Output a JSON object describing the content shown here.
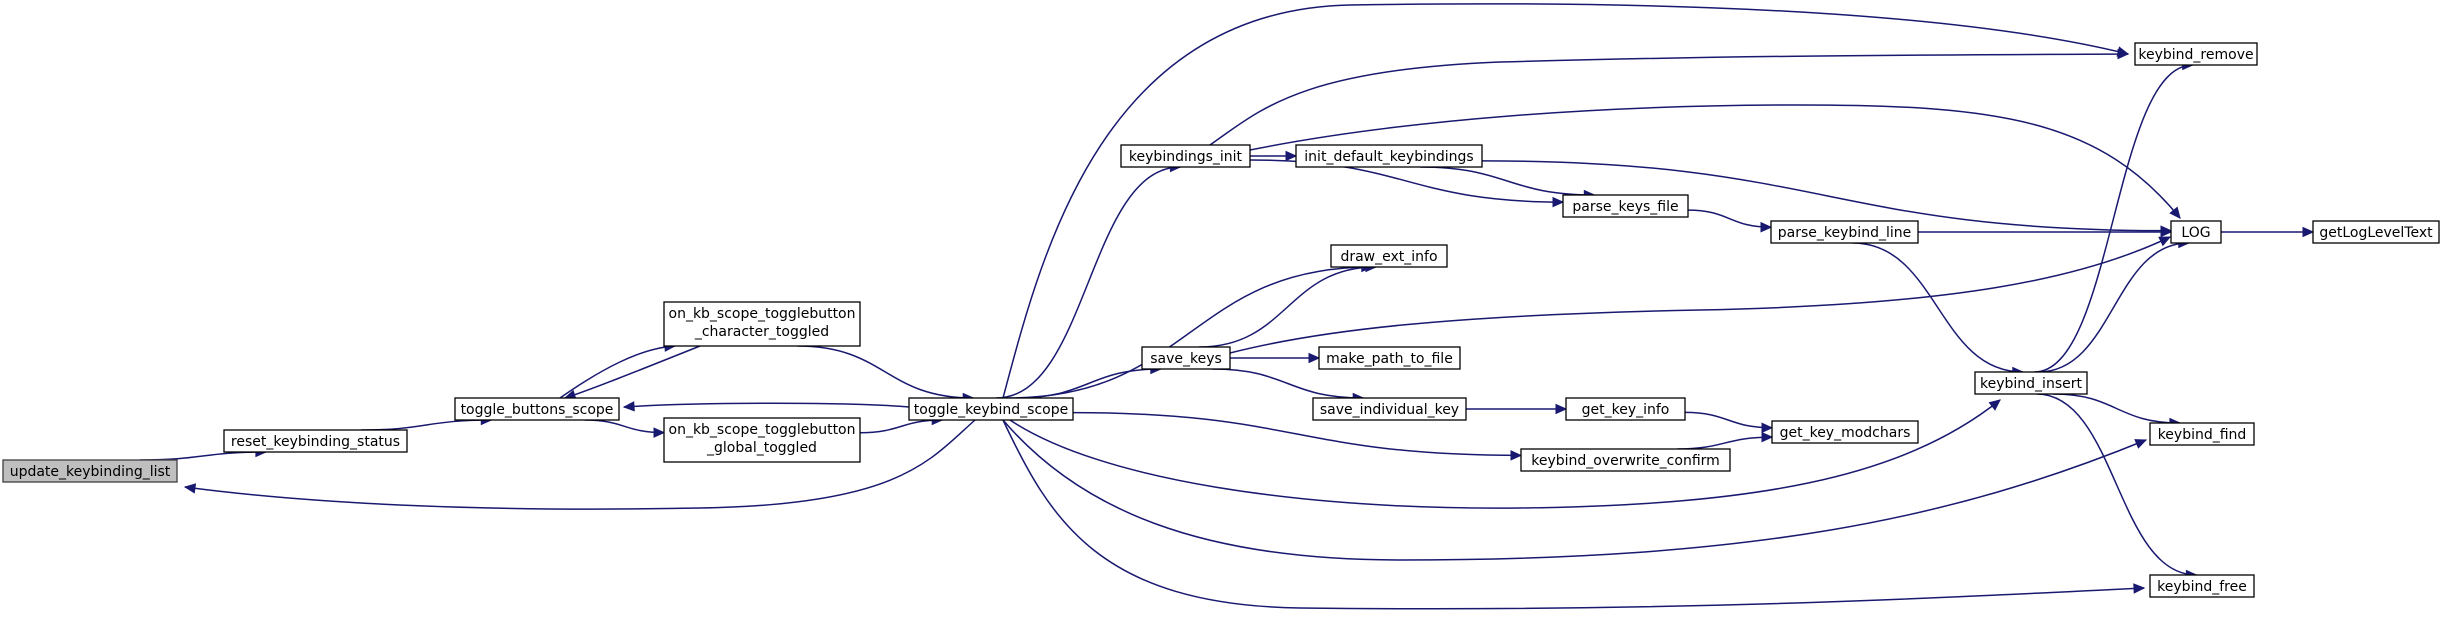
{
  "graph": {
    "nodes": [
      {
        "id": "update_keybinding_list",
        "label": "update_keybinding_list",
        "selected": true
      },
      {
        "id": "reset_keybinding_status",
        "label": "reset_keybinding_status"
      },
      {
        "id": "toggle_buttons_scope",
        "label": "toggle_buttons_scope"
      },
      {
        "id": "on_kb_char",
        "label": [
          "on_kb_scope_togglebutton",
          "_character_toggled"
        ]
      },
      {
        "id": "on_kb_global",
        "label": [
          "on_kb_scope_togglebutton",
          "_global_toggled"
        ]
      },
      {
        "id": "toggle_keybind_scope",
        "label": "toggle_keybind_scope"
      },
      {
        "id": "keybindings_init",
        "label": "keybindings_init"
      },
      {
        "id": "init_default_keybindings",
        "label": "init_default_keybindings"
      },
      {
        "id": "draw_ext_info",
        "label": "draw_ext_info"
      },
      {
        "id": "save_keys",
        "label": "save_keys"
      },
      {
        "id": "make_path_to_file",
        "label": "make_path_to_file"
      },
      {
        "id": "save_individual_key",
        "label": "save_individual_key"
      },
      {
        "id": "parse_keys_file",
        "label": "parse_keys_file"
      },
      {
        "id": "parse_keybind_line",
        "label": "parse_keybind_line"
      },
      {
        "id": "get_key_info",
        "label": "get_key_info"
      },
      {
        "id": "keybind_overwrite_confirm",
        "label": "keybind_overwrite_confirm"
      },
      {
        "id": "get_key_modchars",
        "label": "get_key_modchars"
      },
      {
        "id": "keybind_insert",
        "label": "keybind_insert"
      },
      {
        "id": "keybind_remove",
        "label": "keybind_remove"
      },
      {
        "id": "LOG",
        "label": "LOG"
      },
      {
        "id": "getLogLevelText",
        "label": "getLogLevelText"
      },
      {
        "id": "keybind_find",
        "label": "keybind_find"
      },
      {
        "id": "keybind_free",
        "label": "keybind_free"
      }
    ],
    "edges": [
      [
        "update_keybinding_list",
        "reset_keybinding_status"
      ],
      [
        "reset_keybinding_status",
        "toggle_buttons_scope"
      ],
      [
        "toggle_buttons_scope",
        "on_kb_char"
      ],
      [
        "on_kb_char",
        "toggle_buttons_scope"
      ],
      [
        "toggle_buttons_scope",
        "on_kb_global"
      ],
      [
        "on_kb_char",
        "toggle_keybind_scope"
      ],
      [
        "on_kb_global",
        "toggle_keybind_scope"
      ],
      [
        "toggle_keybind_scope",
        "toggle_buttons_scope"
      ],
      [
        "toggle_keybind_scope",
        "update_keybinding_list"
      ],
      [
        "toggle_keybind_scope",
        "keybindings_init"
      ],
      [
        "toggle_keybind_scope",
        "keybind_remove"
      ],
      [
        "toggle_keybind_scope",
        "draw_ext_info"
      ],
      [
        "toggle_keybind_scope",
        "save_keys"
      ],
      [
        "toggle_keybind_scope",
        "keybind_overwrite_confirm"
      ],
      [
        "toggle_keybind_scope",
        "keybind_insert"
      ],
      [
        "toggle_keybind_scope",
        "keybind_find"
      ],
      [
        "toggle_keybind_scope",
        "keybind_free"
      ],
      [
        "keybindings_init",
        "init_default_keybindings"
      ],
      [
        "keybindings_init",
        "keybind_remove"
      ],
      [
        "keybindings_init",
        "LOG"
      ],
      [
        "keybindings_init",
        "parse_keys_file"
      ],
      [
        "init_default_keybindings",
        "parse_keys_file"
      ],
      [
        "init_default_keybindings",
        "LOG"
      ],
      [
        "parse_keys_file",
        "parse_keybind_line"
      ],
      [
        "parse_keybind_line",
        "LOG"
      ],
      [
        "parse_keybind_line",
        "keybind_insert"
      ],
      [
        "save_keys",
        "draw_ext_info"
      ],
      [
        "save_keys",
        "LOG"
      ],
      [
        "save_keys",
        "make_path_to_file"
      ],
      [
        "save_keys",
        "save_individual_key"
      ],
      [
        "save_individual_key",
        "get_key_info"
      ],
      [
        "get_key_info",
        "get_key_modchars"
      ],
      [
        "keybind_overwrite_confirm",
        "get_key_modchars"
      ],
      [
        "keybind_insert",
        "keybind_remove"
      ],
      [
        "keybind_insert",
        "LOG"
      ],
      [
        "keybind_insert",
        "keybind_find"
      ],
      [
        "keybind_insert",
        "keybind_free"
      ],
      [
        "LOG",
        "getLogLevelText"
      ]
    ]
  }
}
